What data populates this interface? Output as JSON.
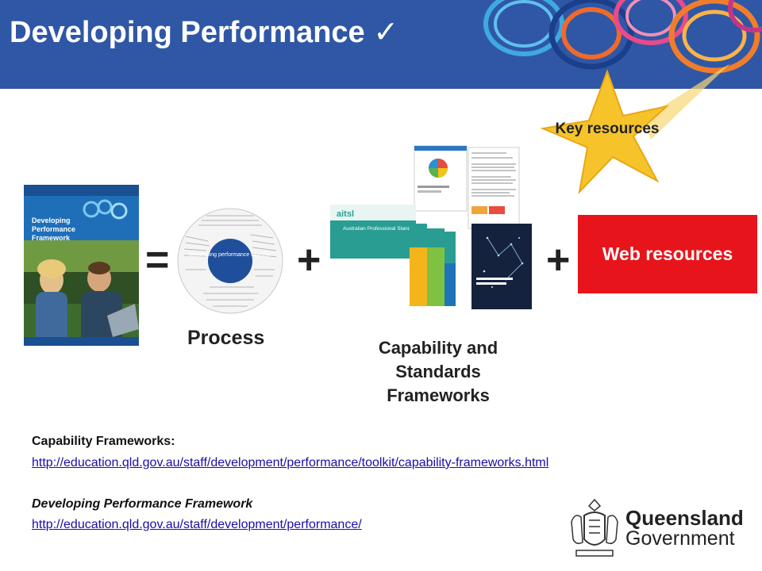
{
  "header": {
    "title": "Developing Performance",
    "check_glyph": "✓"
  },
  "operators": {
    "equals": "=",
    "plus_1": "+",
    "plus_2": "+"
  },
  "framework_cover": {
    "title": "Developing Performance Framework"
  },
  "process": {
    "center_text": "Developing performance together",
    "label": "Process"
  },
  "capability": {
    "aitsl_text": "aitsl",
    "standards_text": "Australian Professional Standards for Teachers",
    "label": "Capability and Standards Frameworks"
  },
  "key_resources": {
    "label": "Key resources"
  },
  "web_resources": {
    "label": "Web resources"
  },
  "links": {
    "capability_heading": "Capability Frameworks:",
    "capability_url": "http://education.qld.gov.au/staff/development/performance/toolkit/capability-frameworks.html",
    "performance_heading": "Developing Performance Framework",
    "performance_url": "http://education.qld.gov.au/staff/development/performance/"
  },
  "logo": {
    "name": "Queensland",
    "government": "Government"
  },
  "colors": {
    "header_blue": "#2f57a6",
    "web_red": "#e8141c",
    "star_yellow": "#f6c42a",
    "link": "#1a0dab"
  }
}
